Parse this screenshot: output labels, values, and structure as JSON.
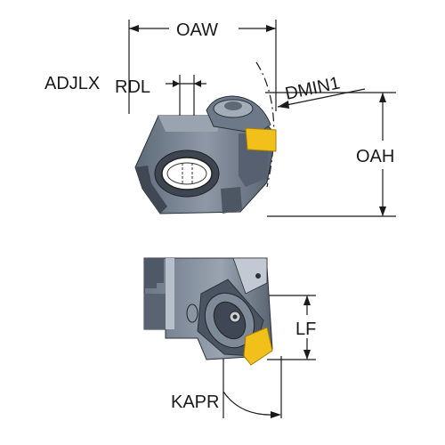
{
  "labels": {
    "oaw": "OAW",
    "adjlx": "ADJLX",
    "rdl": "RDL",
    "dmin1": "DMIN1",
    "oah": "OAH",
    "lf": "LF",
    "kapr": "KAPR"
  },
  "colors": {
    "body_dark": "#4a5563",
    "body_mid": "#7a8494",
    "body_light": "#a9b2bf",
    "body_highlight": "#c9d0d9",
    "insert_yellow": "#f2c01b",
    "line": "#1a1a1a"
  }
}
